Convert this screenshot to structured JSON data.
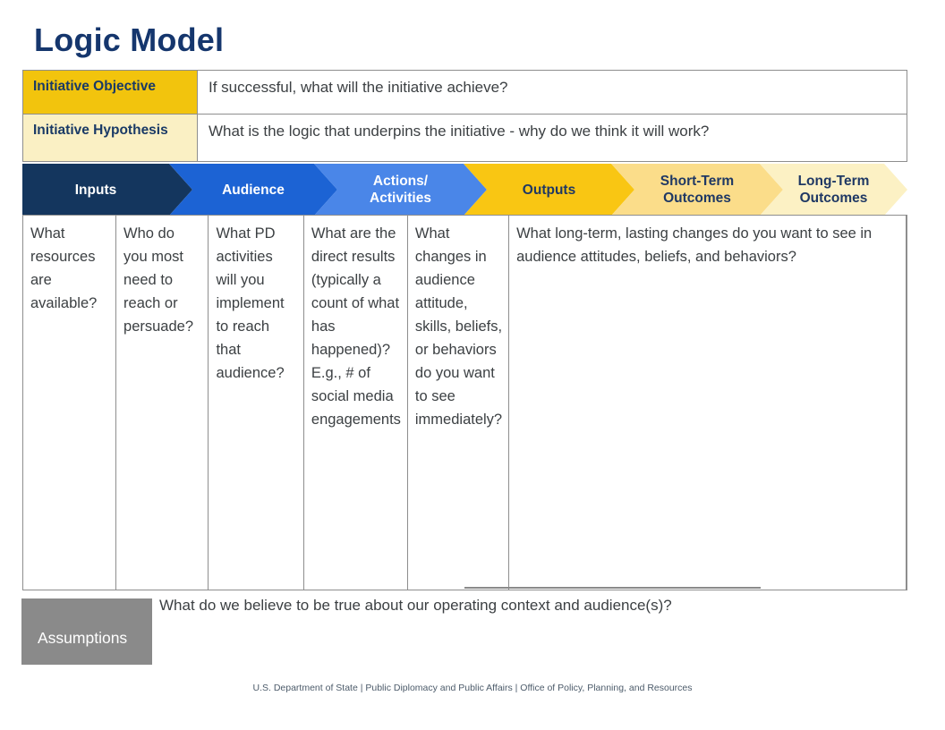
{
  "page": {
    "title": "Logic Model"
  },
  "colors": {
    "title_navy": "#15366D",
    "label_navy": "#1A3A66",
    "chevron_label_navy": "#1F3864",
    "body_text": "#3C4043",
    "border_gray": "#8E8E8E",
    "objective_fill": "#F2C40D",
    "hypothesis_fill": "#FAF0C4",
    "assumptions_fill": "#8A8A8A"
  },
  "top_table": {
    "rows": [
      {
        "label": "Initiative Objective",
        "question": "If successful, what will the initiative achieve?"
      },
      {
        "label": "Initiative Hypothesis",
        "question": "What is the logic that underpins the initiative - why do we think it will work?"
      }
    ]
  },
  "flow_band": {
    "segments": [
      {
        "label": "Inputs",
        "color": "#14365E",
        "text_color": "#FFFFFF"
      },
      {
        "label": "Audience",
        "color": "#1C63D4",
        "text_color": "#FFFFFF"
      },
      {
        "label": "Actions/\nActivities",
        "color": "#4A86E8",
        "text_color": "#FFFFFF"
      },
      {
        "label": "Outputs",
        "color": "#F9C613",
        "text_color": "#1F3864"
      },
      {
        "label": "Short-Term\nOutcomes",
        "color": "#FBDD8A",
        "text_color": "#1F3864"
      },
      {
        "label": "Long-Term\nOutcomes",
        "color": "#FCF1C4",
        "text_color": "#1F3864"
      }
    ]
  },
  "columns": [
    {
      "step": "Inputs",
      "prompt": "What resources are available?"
    },
    {
      "step": "Audience",
      "prompt": "Who do you most need to reach or persuade?"
    },
    {
      "step": "Actions/Activities",
      "prompt": "What PD activities will you implement to reach that audience?"
    },
    {
      "step": "Outputs",
      "prompt": "What are the direct results (typically a count of what has happened)? E.g., # of social media engagements"
    },
    {
      "step": "Short-Term Outcomes",
      "prompt": "What changes in audience attitude, skills, beliefs, or behaviors do you want to see immediately?"
    },
    {
      "step": "Long-Term Outcomes",
      "prompt": "What long-term, lasting changes do you want to see in  audience attitudes, beliefs, and behaviors?"
    }
  ],
  "assumptions": {
    "label": "Assumptions",
    "question": "What do we believe to be true about our operating context and audience(s)?"
  },
  "footer": {
    "text": "U.S. Department of State | Public Diplomacy and Public Affairs | Office of Policy, Planning, and Resources"
  }
}
